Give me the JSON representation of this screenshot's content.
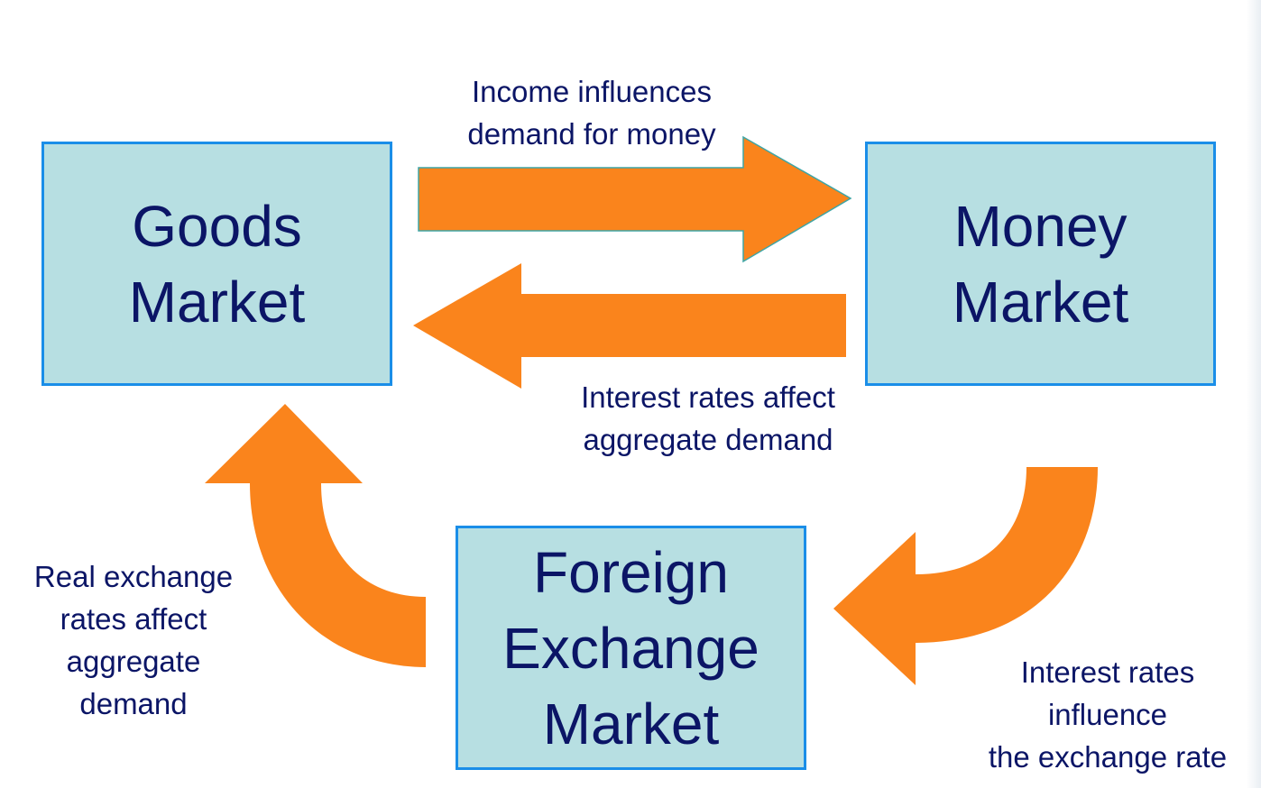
{
  "colors": {
    "box_fill": "#b7dfe2",
    "box_border": "#1a8ee8",
    "arrow_fill": "#fa841c",
    "text": "#0b1566"
  },
  "boxes": {
    "goods_market": [
      "Goods",
      "Market"
    ],
    "money_market": [
      "Money",
      "Market"
    ],
    "foreign_exchange_market": [
      "Foreign",
      "Exchange",
      "Market"
    ]
  },
  "labels": {
    "income_influences": [
      "Income influences",
      "demand for money"
    ],
    "interest_rates_affect": [
      "Interest rates affect",
      "aggregate demand"
    ],
    "real_exchange_rates": [
      "Real exchange",
      "rates affect",
      "aggregate",
      "demand"
    ],
    "interest_rates_influence": [
      "Interest rates",
      "influence",
      "the exchange rate"
    ]
  },
  "arrows": [
    {
      "from": "goods_market",
      "to": "money_market",
      "icon": "arrow-right"
    },
    {
      "from": "money_market",
      "to": "goods_market",
      "icon": "arrow-left"
    },
    {
      "from": "money_market",
      "to": "foreign_exchange_market",
      "icon": "curved-arrow"
    },
    {
      "from": "foreign_exchange_market",
      "to": "goods_market",
      "icon": "curved-arrow"
    }
  ]
}
